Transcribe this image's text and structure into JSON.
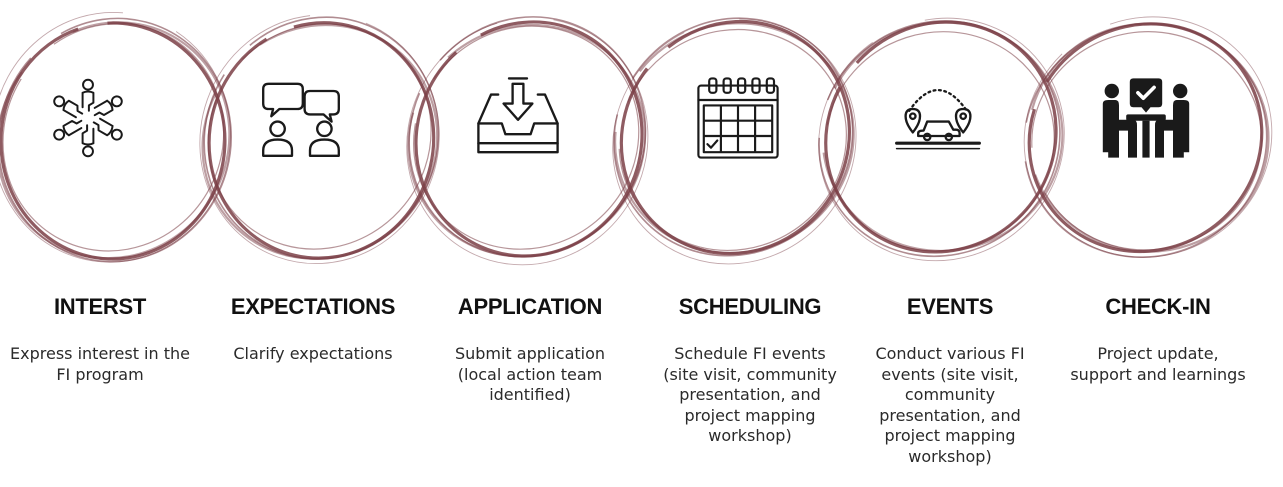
{
  "ring_color": "#7b3f47",
  "icon_color": "#1a1a1a",
  "steps": [
    {
      "title": "INTERST",
      "description": "Express interest in the FI program",
      "icon": "people-circle-icon"
    },
    {
      "title": "EXPECTATIONS",
      "description": "Clarify expectations",
      "icon": "speech-bubbles-icon"
    },
    {
      "title": "APPLICATION",
      "description": "Submit application (local action team identified)",
      "icon": "inbox-tray-icon"
    },
    {
      "title": "SCHEDULING",
      "description": "Schedule FI events (site visit, community presentation, and project mapping workshop)",
      "icon": "calendar-icon"
    },
    {
      "title": "EVENTS",
      "description": "Conduct  various FI events (site visit, community presentation, and project mapping workshop)",
      "icon": "car-route-icon"
    },
    {
      "title": "CHECK-IN",
      "description": "Project update, support and learnings",
      "icon": "meeting-checkin-icon"
    }
  ]
}
